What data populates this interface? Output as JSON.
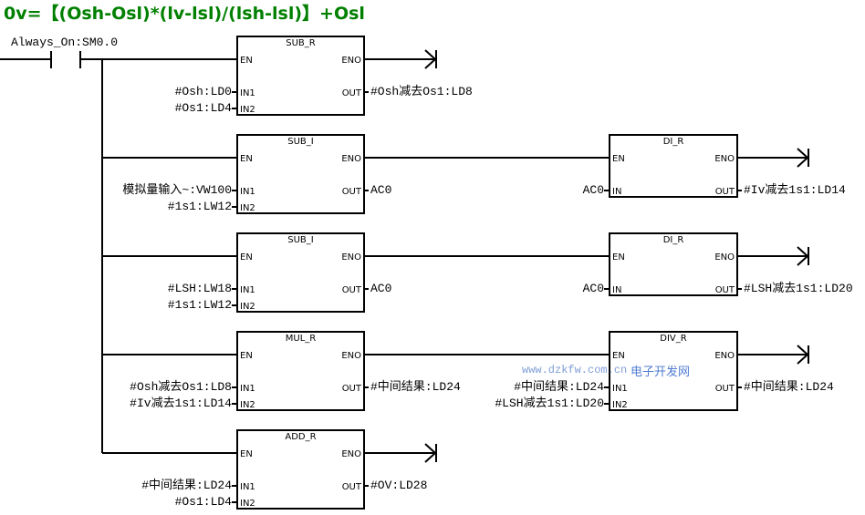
{
  "formula_title": "0v=【(Osh-Osl)*(lv-lsl)/(lsh-lsl)】+Osl",
  "contact": {
    "label": "Always_On:SM0.0"
  },
  "pins": {
    "en": "EN",
    "eno": "ENO",
    "in1": "IN1",
    "in2": "IN2",
    "in": "IN",
    "out": "OUT"
  },
  "blocks": [
    {
      "name": "SUB_R",
      "in1": "#Osh:LD0",
      "in2": "#Os1:LD4",
      "out": "#Osh减去Os1:LD8"
    },
    {
      "name": "SUB_I",
      "in1": "模拟量输入~:VW100",
      "in2": "#1s1:LW12",
      "out": "AC0"
    },
    {
      "name": "DI_R",
      "in": "AC0",
      "out": "#Iv减去1s1:LD14"
    },
    {
      "name": "SUB_I",
      "in1": "#LSH:LW18",
      "in2": "#1s1:LW12",
      "out": "AC0"
    },
    {
      "name": "DI_R",
      "in": "AC0",
      "out": "#LSH减去1s1:LD20"
    },
    {
      "name": "MUL_R",
      "in1": "#Osh减去Os1:LD8",
      "in2": "#Iv减去1s1:LD14",
      "out": "#中间结果:LD24"
    },
    {
      "name": "DIV_R",
      "in1": "#中间结果:LD24",
      "in2": "#LSH减去1s1:LD20",
      "out": "#中间结果:LD24"
    },
    {
      "name": "ADD_R",
      "in1": "#中间结果:LD24",
      "in2": "#Os1:LD4",
      "out": "#OV:LD28"
    }
  ],
  "watermark": {
    "url": "www.dzkfw.com.cn",
    "site": "电子开发网"
  }
}
